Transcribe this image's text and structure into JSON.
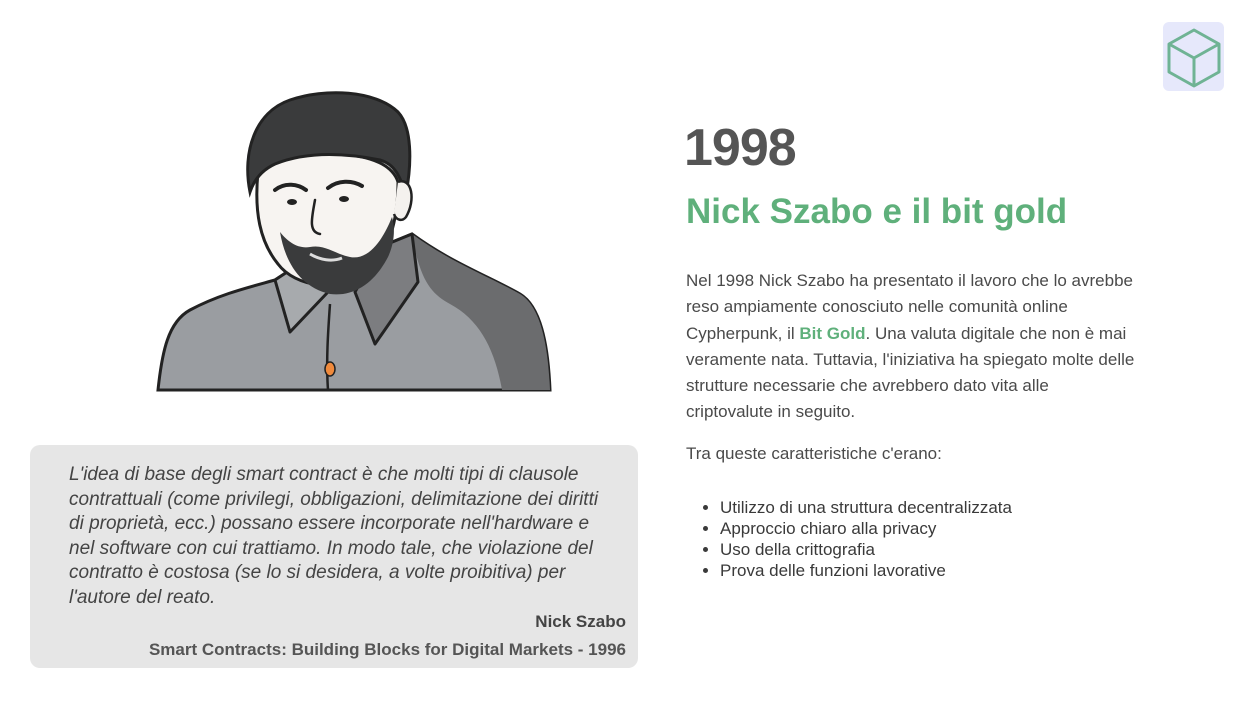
{
  "colors": {
    "accent": "#5fb07b",
    "year": "#555555",
    "quote_bg": "#e6e6e6",
    "logo_bg": "#e6e8fb"
  },
  "logo": {
    "icon": "cube-icon"
  },
  "portrait": {
    "icon": "nick-szabo-portrait-illustration"
  },
  "quote": {
    "text": "L'idea di base degli smart contract è che molti tipi di clausole contrattuali (come privilegi, obbligazioni, delimitazione dei diritti di proprietà, ecc.) possano essere incorporate nell'hardware e nel software con cui trattiamo. In modo tale, che violazione del contratto è costosa (se lo si desidera, a volte proibitiva) per l'autore del reato.",
    "author": "Nick Szabo",
    "source": "Smart Contracts: Building Blocks for Digital Markets - 1996"
  },
  "section": {
    "year": "1998",
    "title": "Nick Szabo e il bit gold",
    "paragraph_before": "Nel 1998 Nick Szabo ha presentato il lavoro che lo avrebbe reso ampiamente conosciuto nelle comunità online Cypherpunk, il ",
    "paragraph_highlight": "Bit Gold",
    "paragraph_after": ". Una valuta digitale che non è mai veramente nata. Tuttavia, l'iniziativa ha spiegato molte delle strutture necessarie che avrebbero dato vita alle criptovalute in seguito.",
    "intro": "Tra queste caratteristiche c'erano:",
    "features": [
      "Utilizzo di una struttura decentralizzata",
      "Approccio chiaro alla privacy",
      "Uso della crittografia",
      "Prova delle funzioni lavorative"
    ]
  }
}
